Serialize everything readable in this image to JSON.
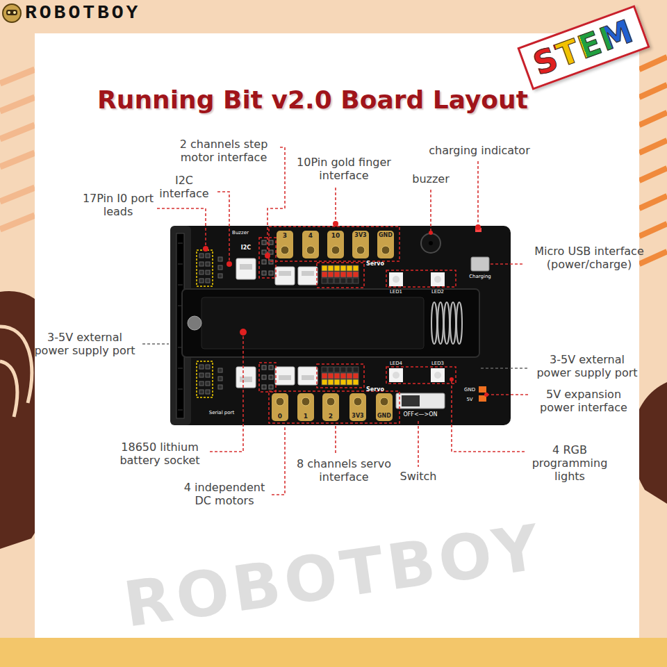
{
  "diagram": {
    "title": "Running Bit v2.0 Board Layout",
    "nodes": [
      {
        "text": [
          "STEM"
        ]
      }
    ],
    "labels": [
      "ROBOTBOY",
      "2 channels step motor interface",
      "I2C interface",
      "17Pin I0 port leads",
      "10Pin gold finger interface",
      "buzzer",
      "charging indicator",
      "Micro USB interface (power/charge)",
      "3-5V external power supply port",
      "3-5V external power supply port",
      "5V expansion power interface",
      "4 RGB programming lights",
      "Switch",
      "8 channels servo interface",
      "18650 lithium battery socket",
      "4 independent DC motors",
      "Buzzer",
      "I2C",
      "3",
      "4",
      "10",
      "3V3",
      "GND",
      "0",
      "1",
      "2",
      "3V3",
      "GND",
      "Servo",
      "Servo",
      "LED1",
      "LED2",
      "LED4",
      "LED3",
      "Charging",
      "OFF<—>ON",
      "5V",
      "GND",
      "Serial port",
      "ROBOTBOY"
    ]
  }
}
